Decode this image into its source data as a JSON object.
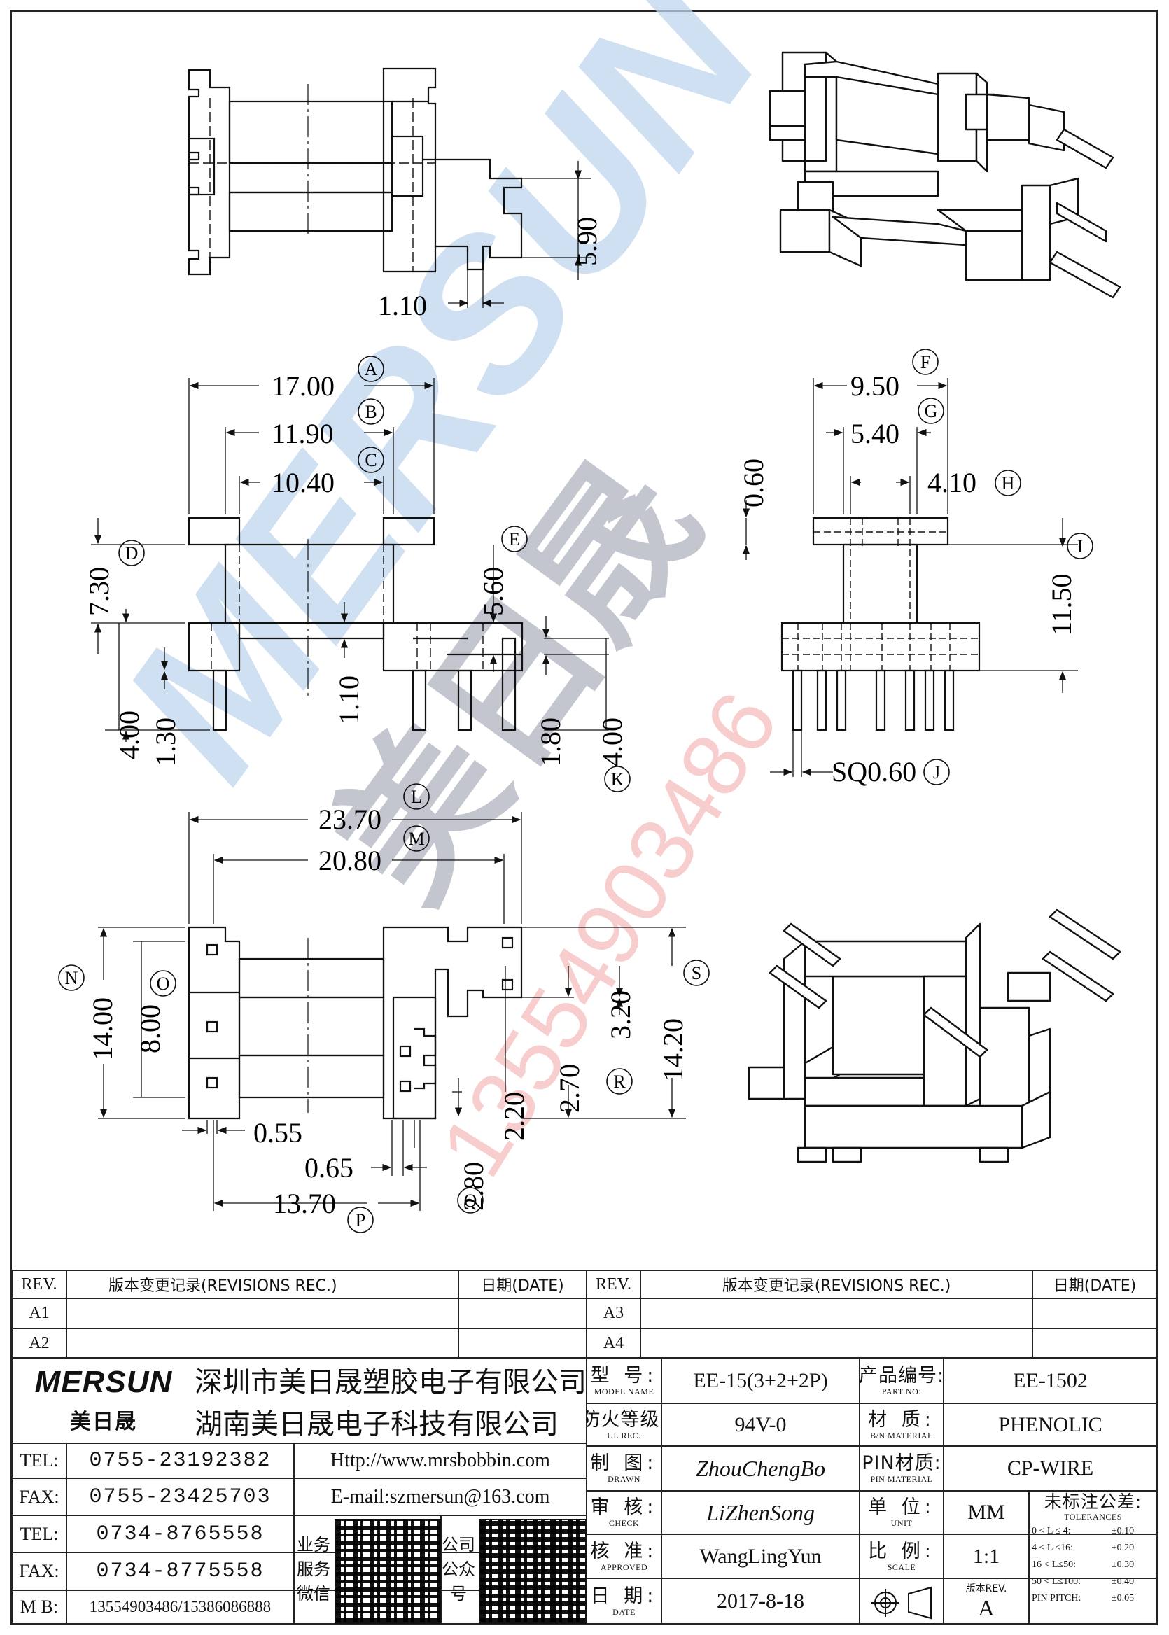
{
  "dims": {
    "top_h": "5.90",
    "top_w": "1.10",
    "A": "17.00",
    "B": "11.90",
    "C": "10.40",
    "D": "7.30",
    "E": "5.60",
    "f100": "1.10",
    "f400a": "4.00",
    "f130": "1.30",
    "f180": "1.80",
    "f400b": "4.00",
    "F": "9.50",
    "G": "5.40",
    "H": "4.10",
    "I": "11.50",
    "s060": "0.60",
    "J": "SQ0.60",
    "L": "23.70",
    "M": "20.80",
    "N": "14.00",
    "O": "8.00",
    "f055": "0.55",
    "f065": "0.65",
    "P": "13.70",
    "Q": "2.80",
    "f220": "2.20",
    "R": "2.70",
    "f320": "3.20",
    "S": "14.20"
  },
  "markers": {
    "A": "A",
    "B": "B",
    "C": "C",
    "D": "D",
    "E": "E",
    "F": "F",
    "G": "G",
    "H": "H",
    "I": "I",
    "J": "J",
    "K": "K",
    "L": "L",
    "M": "M",
    "N": "N",
    "O": "O",
    "P": "P",
    "Q": "Q",
    "R": "R",
    "S": "S"
  },
  "watermark": {
    "brand": "MERSUN",
    "cn": "美日晟",
    "phone": "13554903486"
  },
  "revisions_left": {
    "col_rev": "REV.",
    "col_rec": "版本变更记录(REVISIONS REC.)",
    "col_date": "日期(DATE)",
    "rows": [
      "A1",
      "A2"
    ]
  },
  "revisions_right": {
    "col_rev": "REV.",
    "col_rec": "版本变更记录(REVISIONS REC.)",
    "col_date": "日期(DATE)",
    "rows": [
      "A3",
      "A4"
    ]
  },
  "company": {
    "logo": "MERSUN",
    "logo_cn": "美日晟",
    "name1": "深圳市美日晟塑胶电子有限公司",
    "name2": "湖南美日晟电子科技有限公司",
    "tel_label": "TEL:",
    "fax_label": "FAX:",
    "mb_label": "M B:",
    "tel1": "0755-23192382",
    "fax1": "0755-23425703",
    "tel2": "0734-8765558",
    "fax2": "0734-8775558",
    "mb": "13554903486/15386086888",
    "http": "Http://www.mrsbobbin.com",
    "email": "E-mail:szmersun@163.com",
    "wechat_label": [
      "业务",
      "服务",
      "微信"
    ],
    "public_label": [
      "公司",
      "公众",
      "号"
    ]
  },
  "spec": {
    "model_zh": "型  号:",
    "model_en": "MODEL NAME",
    "model_val": "EE-15(3+2+2P)",
    "part_zh": "产品编号:",
    "part_en": "PART NO:",
    "part_val": "EE-1502",
    "ul_zh": "防火等级:",
    "ul_en": "UL REC.",
    "ul_val": "94V-0",
    "mat_zh": "材  质:",
    "mat_en": "B/N MATERIAL",
    "mat_val": "PHENOLIC",
    "drawn_zh": "制  图:",
    "drawn_en": "DRAWN",
    "drawn_val": "ZhouChengBo",
    "pin_zh": "PIN材质:",
    "pin_en": "PIN MATERIAL",
    "pin_val": "CP-WIRE",
    "check_zh": "审  核:",
    "check_en": "CHECK",
    "check_val": "LiZhenSong",
    "unit_zh": "单  位:",
    "unit_en": "UNIT",
    "unit_val": "MM",
    "tol_zh": "未标注公差:",
    "tol_en": "TOLERANCES",
    "appr_zh": "核  准:",
    "appr_en": "APPROVED",
    "appr_val": "WangLingYun",
    "scale_zh": "比  例:",
    "scale_en": "SCALE",
    "scale_val": "1:1",
    "date_zh": "日  期:",
    "date_en": "DATE",
    "date_val": "2017-8-18",
    "rev_label": "版本REV.",
    "rev_val": "A",
    "tolerances": [
      {
        "range": "0 < L ≤  4:",
        "val": "±0.10"
      },
      {
        "range": "4 < L ≤16:",
        "val": "±0.20"
      },
      {
        "range": "16 < L≤50:",
        "val": "±0.30"
      },
      {
        "range": "50 < L≤100:",
        "val": "±0.40"
      },
      {
        "range": "PIN PITCH:",
        "val": "±0.05"
      }
    ]
  }
}
